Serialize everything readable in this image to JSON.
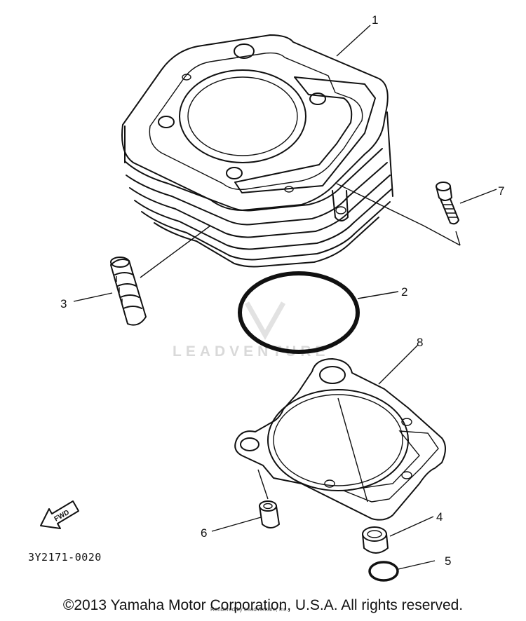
{
  "diagram": {
    "callouts": [
      "1",
      "2",
      "3",
      "4",
      "5",
      "6",
      "7",
      "8"
    ],
    "fwd_label": "FWD",
    "part_number": "3Y2171-0020",
    "watermark": "LEADVENTURE",
    "tiny_credit": "Rendered by LeadVenture, Inc.",
    "copyright": "©2013 Yamaha Motor Corporation, U.S.A. All rights reserved."
  }
}
